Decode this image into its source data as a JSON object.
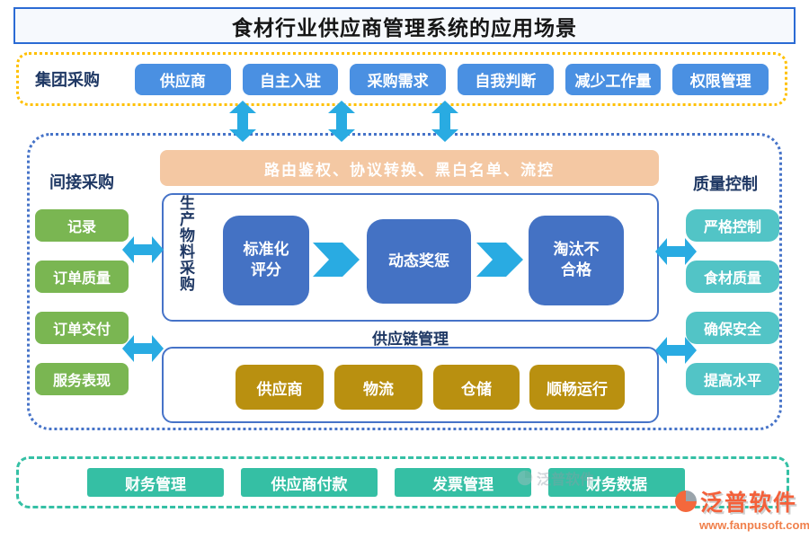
{
  "title": "食材行业供应商管理系统的应用场景",
  "colors": {
    "title_border": "#2B6BD4",
    "top_dashed_border": "#FFC000",
    "mid_dashed_border": "#4673C8",
    "bottom_dashed_border": "#35C0A5",
    "blue_button": "#4A90E2",
    "green_button": "#7AB652",
    "teal_button_right": "#52C4C6",
    "teal_button_bottom": "#35BFA4",
    "gold_button": "#B99010",
    "step_blue": "#4472C4",
    "gateway_peach": "#F4C8A3",
    "arrow_cyan": "#29ABE2",
    "label_navy": "#1F3864",
    "logo_orange": "#F4603A"
  },
  "top": {
    "label": "集团采购",
    "buttons": [
      "供应商",
      "自主入驻",
      "采购需求",
      "自我判断",
      "减少工作量",
      "权限管理"
    ]
  },
  "mid": {
    "left_label": "间接采购",
    "right_label": "质量控制",
    "gateway": "路由鉴权、协议转换、黑白名单、流控",
    "left_buttons": [
      "记录",
      "订单质量",
      "订单交付",
      "服务表现"
    ],
    "production": {
      "vertical_label": "生产物料采购",
      "steps": [
        "标准化评分",
        "动态奖惩",
        "淘汰不合格"
      ]
    },
    "supply_label": "供应链管理",
    "supply_buttons": [
      "供应商",
      "物流",
      "仓储",
      "顺畅运行"
    ],
    "right_buttons": [
      "严格控制",
      "食材质量",
      "确保安全",
      "提高水平"
    ]
  },
  "bottom": {
    "buttons": [
      "财务管理",
      "供应商付款",
      "发票管理",
      "财务数据"
    ]
  },
  "watermark": {
    "text": "泛普软件"
  },
  "logo": {
    "name": "泛普软件",
    "url": "www.fanpusoft.com"
  }
}
